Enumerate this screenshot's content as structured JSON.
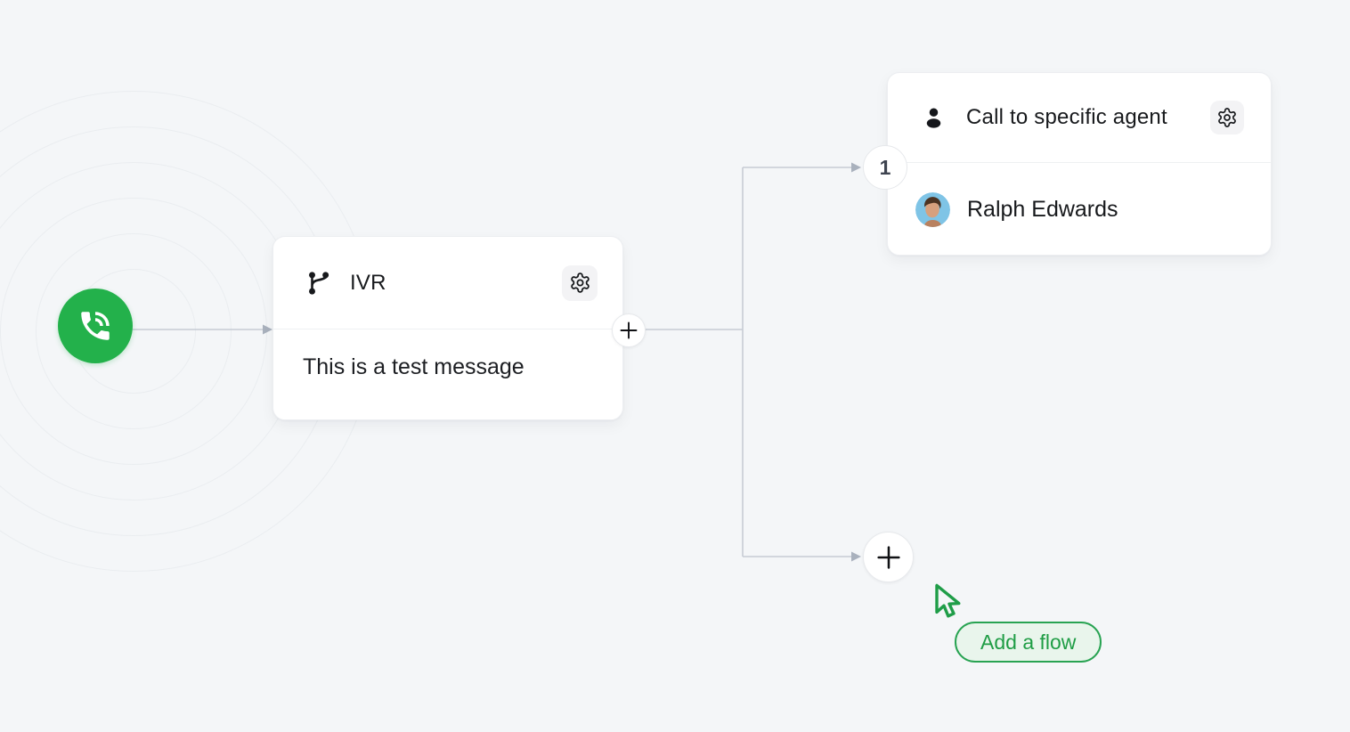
{
  "flow": {
    "start": {
      "icon": "phone-call-icon"
    },
    "ivr": {
      "title": "IVR",
      "message": "This is a test message",
      "icon": "branch-icon",
      "settings_icon": "gear-icon"
    },
    "branch": {
      "label": "1"
    },
    "agent": {
      "title": "Call to specific agent",
      "name": "Ralph Edwards",
      "icon": "person-icon",
      "settings_icon": "gear-icon",
      "avatar": "ralph-edwards-photo"
    },
    "connectors": {
      "plus_icon": "plus-icon"
    },
    "add_flow": {
      "label": "Add a flow"
    },
    "cursor": {
      "icon": "cursor-pointer-icon"
    }
  },
  "colors": {
    "background": "#f4f6f8",
    "brand_green": "#23b14b",
    "accent_green": "#1f9d45",
    "accent_green_bg": "#e9f5ec",
    "connector_line": "#c6ccd4",
    "connector_arrow": "#a9b1bd",
    "card_bg": "#ffffff",
    "text": "#17191c",
    "badge_text": "#3e4450"
  }
}
